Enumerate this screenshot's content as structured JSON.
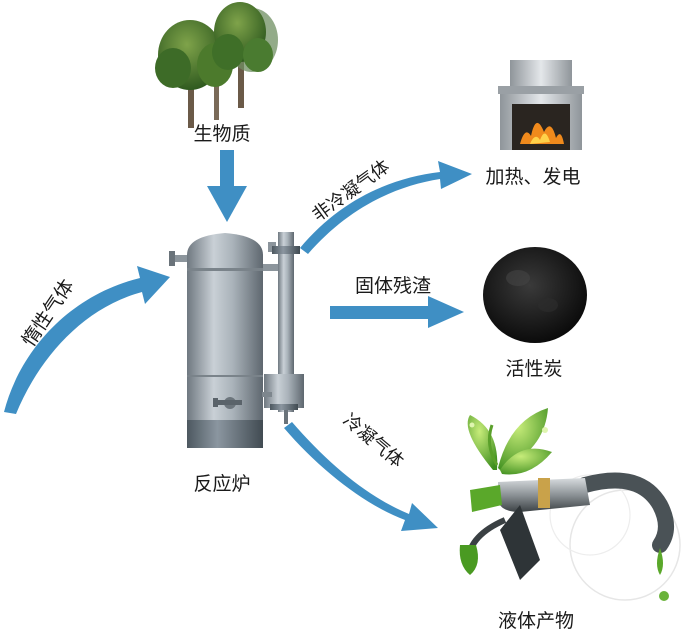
{
  "labels": {
    "biomass": "生物质",
    "reactor": "反应炉",
    "inert_gas": "惰性气体",
    "noncondensable_gas": "非冷凝气体",
    "heat_power": "加热、发电",
    "solid_residue": "固体残渣",
    "activated_carbon": "活性炭",
    "condensable_gas": "冷凝气体",
    "liquid_product": "液体产物"
  },
  "colors": {
    "arrow_blue": "#3f8fc4",
    "reactor_steel": "#9aa3ab",
    "leaf_green": "#6ab33b",
    "fire_orange": "#f08a1c"
  }
}
